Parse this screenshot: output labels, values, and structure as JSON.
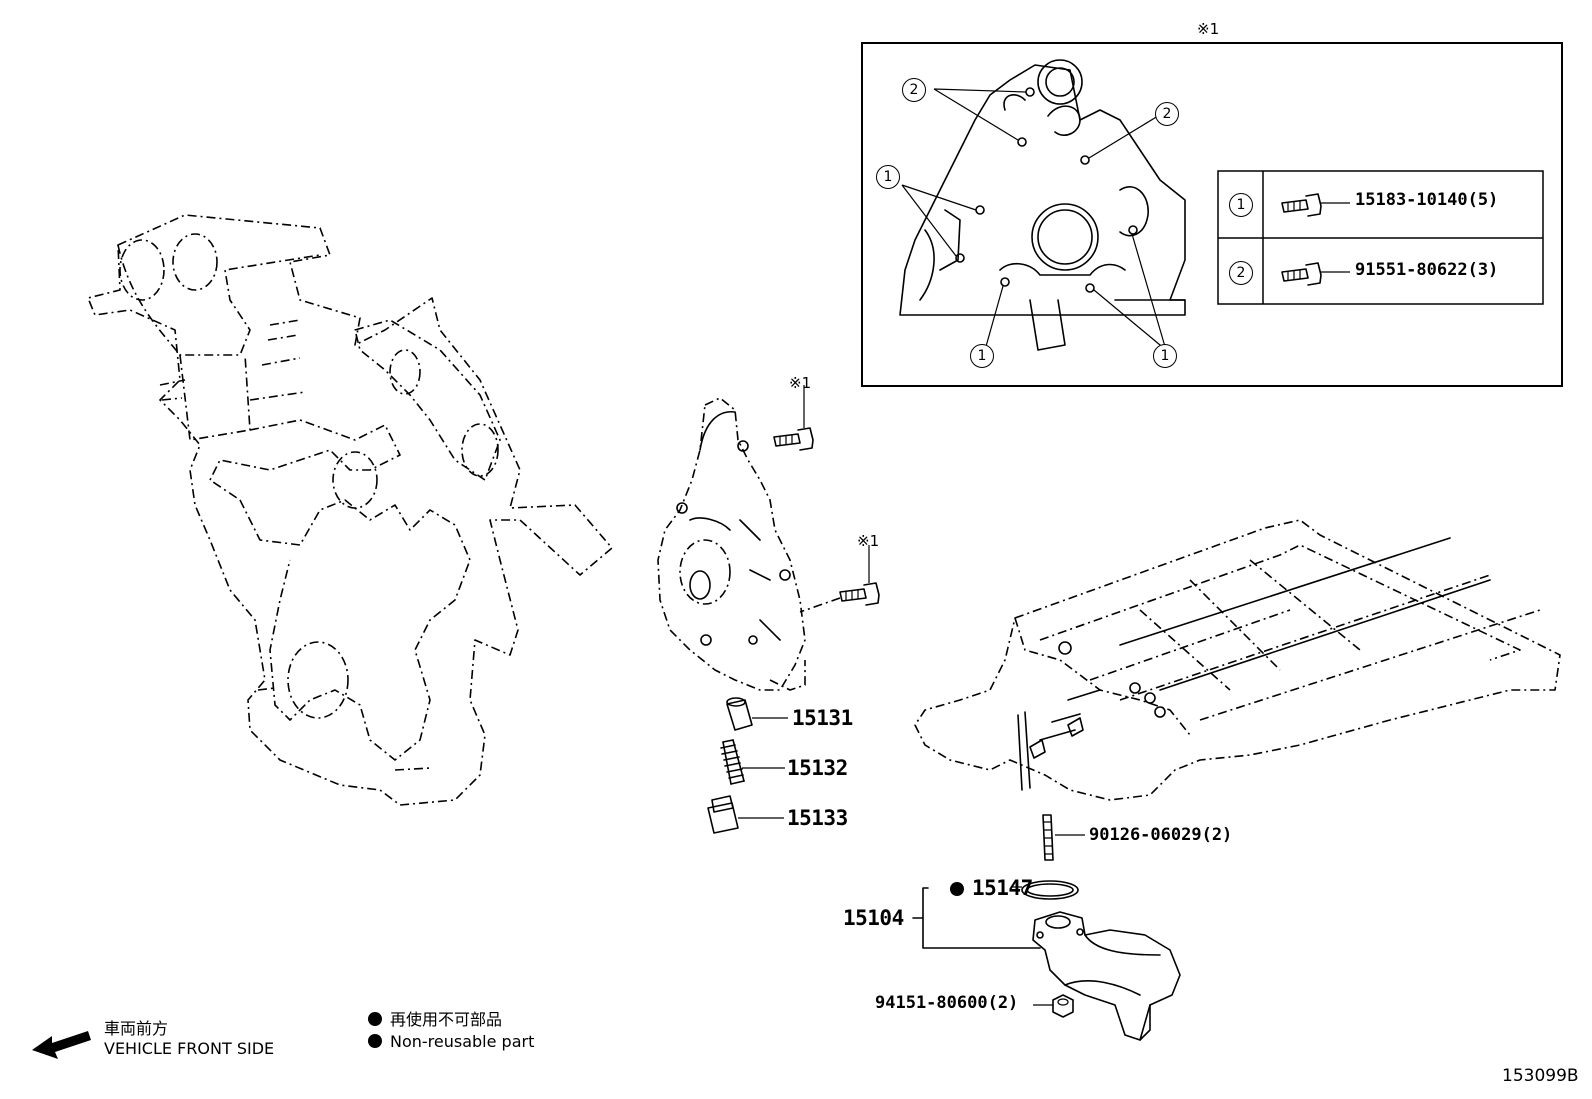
{
  "figure_id": "153099B",
  "inset": {
    "mark": "※1",
    "legend": [
      {
        "num": "1",
        "part": "15183-10140(5)"
      },
      {
        "num": "2",
        "part": "91551-80622(3)"
      }
    ]
  },
  "bolt_marks": [
    "※1",
    "※1"
  ],
  "parts": {
    "p15131": "15131",
    "p15132": "15132",
    "p15133": "15133",
    "p90126": "90126-06029(2)",
    "p15147": "15147",
    "p15104": "15104",
    "p94151": "94151-80600(2)"
  },
  "footer": {
    "direction_jp": "車両前方",
    "direction_en": "VEHICLE FRONT SIDE",
    "legend_jp": "再使用不可部品",
    "legend_en": "Non-reusable part"
  }
}
